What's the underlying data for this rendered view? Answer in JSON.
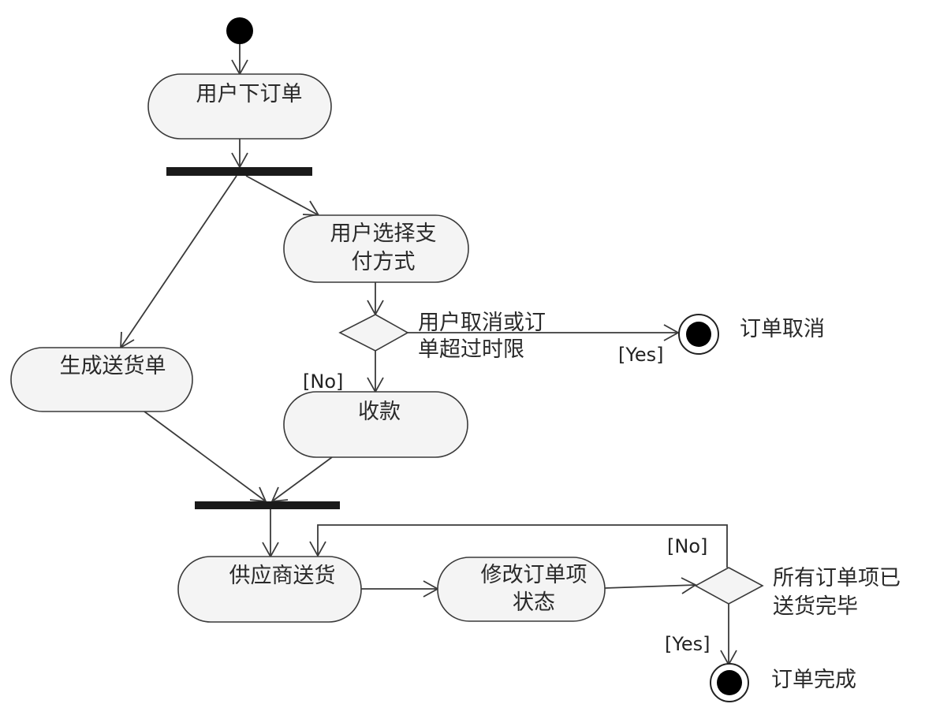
{
  "activities": {
    "place_order": [
      "用户下订单"
    ],
    "choose_payment": [
      "用户选择支",
      "付方式"
    ],
    "generate_delivery": [
      "生成送货单"
    ],
    "collect_payment": [
      "收款"
    ],
    "supplier_deliver": [
      "供应商送货"
    ],
    "update_status": [
      "修改订单项",
      "状态"
    ]
  },
  "decisions": {
    "cancel_check": [
      "用户取消或订",
      "单超过时限"
    ],
    "all_delivered_check": [
      "所有订单项已",
      "送货完毕"
    ]
  },
  "guards": {
    "cancel_yes": "[Yes]",
    "cancel_no": "[No]",
    "delivered_no": "[No]",
    "delivered_yes": "[Yes]"
  },
  "final_states": {
    "order_cancelled": "订单取消",
    "order_completed": "订单完成"
  }
}
